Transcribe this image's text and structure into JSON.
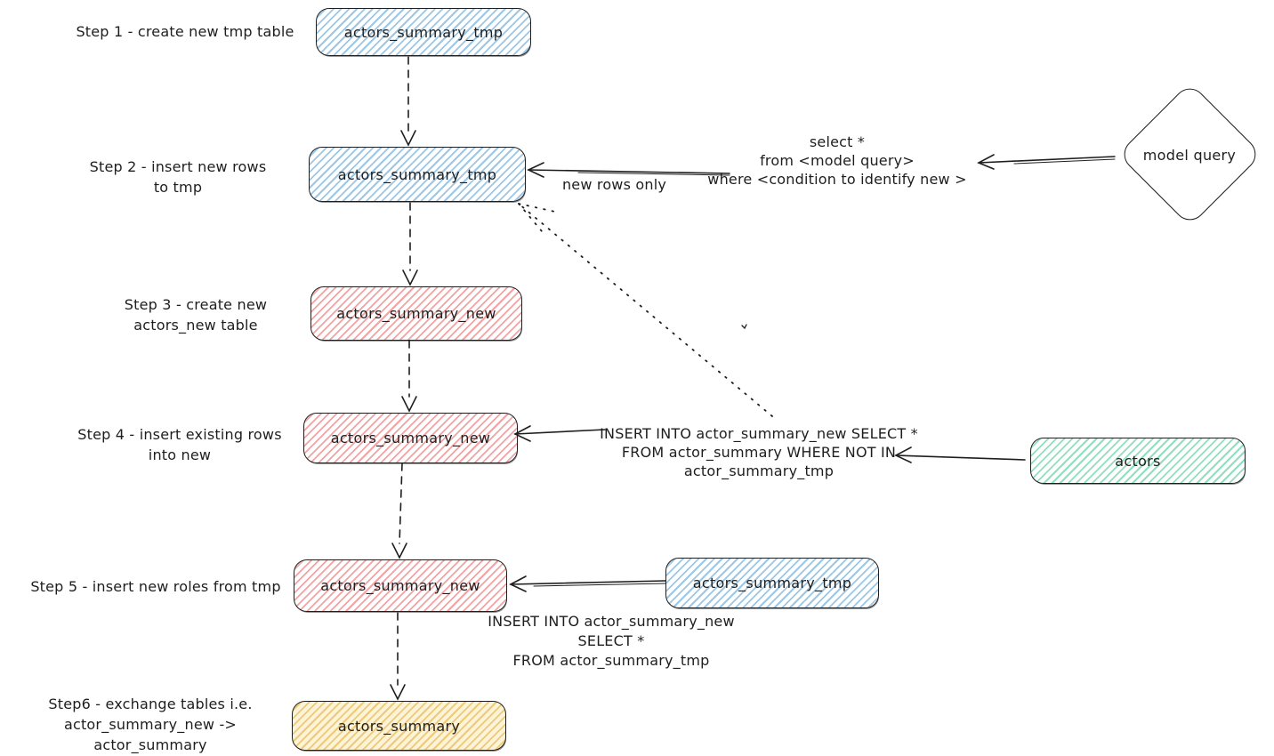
{
  "colors": {
    "stroke": "#1e1e1e",
    "blue_hatch": "#9cc7e6",
    "pink_hatch": "#f2a3a3",
    "green_hatch": "#8fdfc0",
    "yellow_hatch": "#edc97a",
    "background": "#ffffff"
  },
  "step_labels": {
    "step1": {
      "line1": "Step 1 - create new tmp table"
    },
    "step2": {
      "line1": "Step 2 - insert new rows",
      "line2": "to tmp"
    },
    "step3": {
      "line1": "Step 3 - create new",
      "line2": "actors_new table"
    },
    "step4": {
      "line1": "Step 4 - insert existing rows",
      "line2": "into new"
    },
    "step5": {
      "line1": "Step 5 - insert new roles from tmp"
    },
    "step6": {
      "line1": "Step6 - exchange tables i.e.",
      "line2": "actor_summary_new -> actor_summary"
    }
  },
  "nodes": {
    "step1_tmp": {
      "label": "actors_summary_tmp",
      "color": "blue"
    },
    "step2_tmp": {
      "label": "actors_summary_tmp",
      "color": "blue"
    },
    "step3_new": {
      "label": "actors_summary_new",
      "color": "pink"
    },
    "step4_new": {
      "label": "actors_summary_new",
      "color": "pink"
    },
    "step5_new": {
      "label": "actors_summary_new",
      "color": "pink"
    },
    "step5_tmp": {
      "label": "actors_summary_tmp",
      "color": "blue"
    },
    "actors": {
      "label": "actors",
      "color": "green"
    },
    "step6_summary": {
      "label": "actors_summary",
      "color": "yellow"
    },
    "model_query": {
      "label": "model query",
      "shape": "diamond"
    }
  },
  "sql_annotations": {
    "select_query": {
      "line1": "select *",
      "line2": "from <model query>",
      "line3": "where <condition to identify new >"
    },
    "insert_existing": {
      "line1": "INSERT INTO actor_summary_new SELECT *",
      "line2": "FROM actor_summary WHERE NOT IN",
      "line3": "actor_summary_tmp"
    },
    "insert_from_tmp": {
      "line1": "INSERT INTO actor_summary_new",
      "line2": "SELECT *",
      "line3": "FROM actor_summary_tmp"
    }
  },
  "edge_labels": {
    "new_rows_only": "new rows only"
  }
}
